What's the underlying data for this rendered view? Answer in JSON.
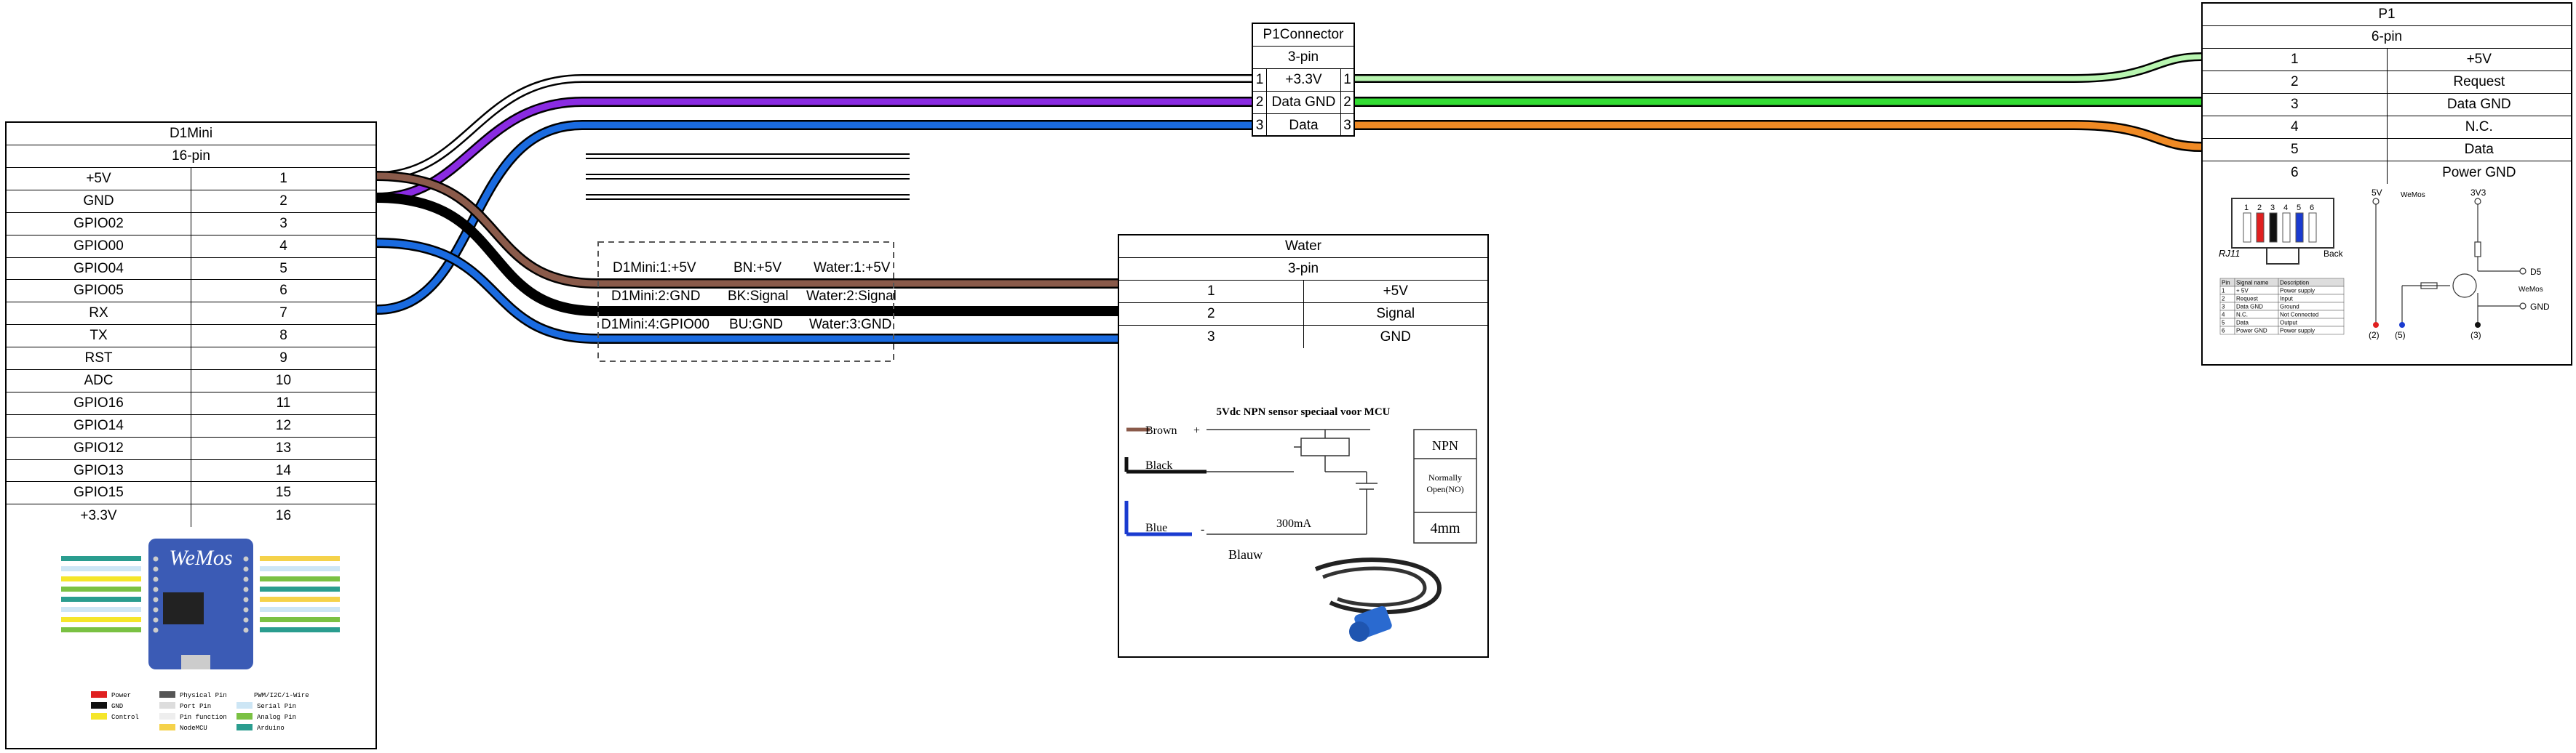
{
  "d1mini": {
    "title": "D1Mini",
    "subtitle": "16-pin",
    "pins": [
      {
        "name": "+5V",
        "num": "1"
      },
      {
        "name": "GND",
        "num": "2"
      },
      {
        "name": "GPIO02",
        "num": "3"
      },
      {
        "name": "GPIO00",
        "num": "4"
      },
      {
        "name": "GPIO04",
        "num": "5"
      },
      {
        "name": "GPIO05",
        "num": "6"
      },
      {
        "name": "RX",
        "num": "7"
      },
      {
        "name": "TX",
        "num": "8"
      },
      {
        "name": "RST",
        "num": "9"
      },
      {
        "name": "ADC",
        "num": "10"
      },
      {
        "name": "GPIO16",
        "num": "11"
      },
      {
        "name": "GPIO14",
        "num": "12"
      },
      {
        "name": "GPIO12",
        "num": "13"
      },
      {
        "name": "GPIO13",
        "num": "14"
      },
      {
        "name": "GPIO15",
        "num": "15"
      },
      {
        "name": "+3.3V",
        "num": "16"
      }
    ],
    "board_logo": "WeMos",
    "legend": [
      "Power",
      "GND",
      "Control",
      "Physical Pin",
      "Port Pin",
      "Pin function",
      "NodeMCU",
      "PWM/I2C/1-Wire",
      "Serial Pin",
      "Analog Pin",
      "Arduino"
    ]
  },
  "p1connector": {
    "title": "P1Connector",
    "subtitle": "3-pin",
    "pins": [
      {
        "left": "1",
        "name": "+3.3V",
        "right": "1"
      },
      {
        "left": "2",
        "name": "Data GND",
        "right": "2"
      },
      {
        "left": "3",
        "name": "Data",
        "right": "3"
      }
    ]
  },
  "p1": {
    "title": "P1",
    "subtitle": "6-pin",
    "pins": [
      {
        "num": "1",
        "name": "+5V"
      },
      {
        "num": "2",
        "name": "Request"
      },
      {
        "num": "3",
        "name": "Data GND"
      },
      {
        "num": "4",
        "name": "N.C."
      },
      {
        "num": "5",
        "name": "Data"
      },
      {
        "num": "6",
        "name": "Power GND"
      }
    ],
    "rj11_label": "RJ11",
    "back_label": "Back",
    "rj11_pins": [
      "1",
      "2",
      "3",
      "4",
      "5",
      "6"
    ],
    "table_headers": [
      "Pin",
      "Signal name",
      "Description"
    ],
    "table_rows": [
      [
        "1",
        "+ 5V",
        "Power supply"
      ],
      [
        "2",
        "Request",
        "Input"
      ],
      [
        "3",
        "Data GND",
        "Ground"
      ],
      [
        "4",
        "N.C.",
        "Not Connected"
      ],
      [
        "5",
        "Data",
        "Output"
      ],
      [
        "6",
        "Power GND",
        "Power supply"
      ]
    ],
    "schematic_labels": {
      "v5": "5V",
      "wemos": "WeMos",
      "v33": "3V3",
      "d5": "D5",
      "wemos2": "WeMos",
      "gnd": "GND",
      "n2": "(2)",
      "n5": "(5)",
      "n3": "(3)"
    }
  },
  "water": {
    "title": "Water",
    "subtitle": "3-pin",
    "pins": [
      {
        "num": "1",
        "name": "+5V"
      },
      {
        "num": "2",
        "name": "Signal"
      },
      {
        "num": "3",
        "name": "GND"
      }
    ],
    "sensor_title": "5Vdc NPN sensor speciaal voor MCU",
    "brown": "Brown",
    "black": "Black",
    "blue": "Blue",
    "plus": "+",
    "minus": "-",
    "current": "300mA",
    "blauw": "Blauw",
    "npn": "NPN",
    "normally": "Normally",
    "open": "Open(NO)",
    "size": "4mm"
  },
  "wire_labels": {
    "w1": [
      "D1Mini:1:+5V",
      "BN:+5V",
      "Water:1:+5V"
    ],
    "w2": [
      "D1Mini:2:GND",
      "BK:Signal",
      "Water:2:Signal"
    ],
    "w3": [
      "D1Mini:4:GPIO00",
      "BU:GND",
      "Water:3:GND"
    ]
  },
  "colors": {
    "white_wire": "#ffffff",
    "purple_wire": "#8a2be2",
    "blue_wire": "#1a6be0",
    "brown_wire": "#8a5a4a",
    "black_wire": "#000000",
    "light_green_wire": "#b8f5b0",
    "green_wire": "#33dd33",
    "orange_wire": "#f08a24"
  }
}
